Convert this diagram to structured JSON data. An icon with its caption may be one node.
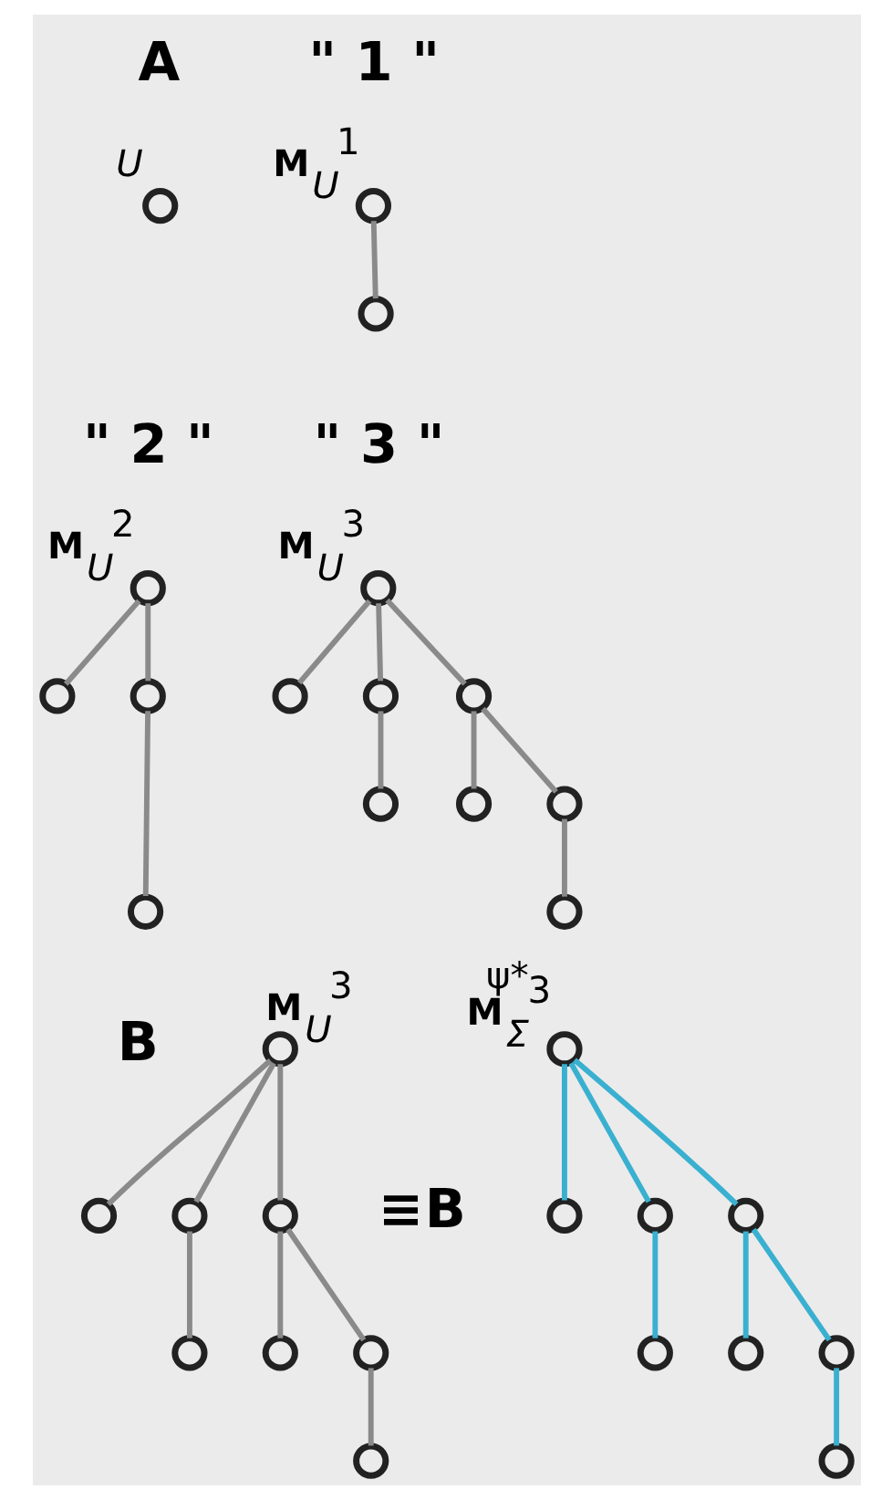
{
  "diagram": {
    "nodes": [
      {
        "text": [],
        "shape": "circle",
        "beside": [
          "*U*"
        ]
      },
      {
        "text": [],
        "shape": "circle",
        "beside": [
          "**M**$_{U}$$^{1}$"
        ]
      },
      {
        "text": [],
        "shape": "circle"
      },
      {
        "text": [],
        "shape": "circle",
        "beside": [
          "**M**$_{U}$$^{2}$"
        ]
      },
      {
        "text": [],
        "shape": "circle"
      },
      {
        "text": [],
        "shape": "circle"
      },
      {
        "text": [],
        "shape": "circle"
      },
      {
        "text": [],
        "shape": "circle",
        "beside": [
          "**M**$_{U}$$^{3}$"
        ]
      },
      {
        "text": [],
        "shape": "circle"
      },
      {
        "text": [],
        "shape": "circle"
      },
      {
        "text": [],
        "shape": "circle"
      },
      {
        "text": [],
        "shape": "circle"
      },
      {
        "text": [],
        "shape": "circle"
      },
      {
        "text": [],
        "shape": "circle"
      },
      {
        "text": [],
        "shape": "circle"
      },
      {
        "text": [],
        "shape": "circle",
        "beside": [
          "**M**$_{U}$$^{3}$"
        ]
      },
      {
        "text": [],
        "shape": "circle"
      },
      {
        "text": [],
        "shape": "circle"
      },
      {
        "text": [],
        "shape": "circle"
      },
      {
        "text": [],
        "shape": "circle"
      },
      {
        "text": [],
        "shape": "circle"
      },
      {
        "text": [],
        "shape": "circle"
      },
      {
        "text": [],
        "shape": "circle"
      },
      {
        "text": [],
        "shape": "circle",
        "beside": [
          "ψ*",
          "**M**$_{Σ}$$^{3}$"
        ]
      },
      {
        "text": [],
        "shape": "circle"
      },
      {
        "text": [],
        "shape": "circle"
      },
      {
        "text": [],
        "shape": "circle"
      },
      {
        "text": [],
        "shape": "circle"
      },
      {
        "text": [],
        "shape": "circle"
      },
      {
        "text": [],
        "shape": "circle"
      },
      {
        "text": [],
        "shape": "circle"
      }
    ],
    "edges": [
      {
        "from": 1,
        "to": 2,
        "arrow": "none"
      },
      {
        "from": 3,
        "to": 4,
        "arrow": "none"
      },
      {
        "from": 3,
        "to": 5,
        "arrow": "none"
      },
      {
        "from": 5,
        "to": 6,
        "arrow": "none"
      },
      {
        "from": 7,
        "to": 8,
        "arrow": "none"
      },
      {
        "from": 7,
        "to": 9,
        "arrow": "none"
      },
      {
        "from": 7,
        "to": 10,
        "arrow": "none"
      },
      {
        "from": 9,
        "to": 11,
        "arrow": "none"
      },
      {
        "from": 10,
        "to": 12,
        "arrow": "none"
      },
      {
        "from": 10,
        "to": 13,
        "arrow": "none"
      },
      {
        "from": 13,
        "to": 14,
        "arrow": "none"
      },
      {
        "from": 15,
        "to": 16,
        "arrow": "none"
      },
      {
        "from": 15,
        "to": 17,
        "arrow": "none"
      },
      {
        "from": 15,
        "to": 18,
        "arrow": "none"
      },
      {
        "from": 17,
        "to": 19,
        "arrow": "none"
      },
      {
        "from": 18,
        "to": 20,
        "arrow": "none"
      },
      {
        "from": 18,
        "to": 21,
        "arrow": "none"
      },
      {
        "from": 21,
        "to": 22,
        "arrow": "none"
      },
      {
        "from": 23,
        "to": 24,
        "arrow": "none",
        "color": "#3ab0d0"
      },
      {
        "from": 23,
        "to": 25,
        "arrow": "none",
        "color": "#3ab0d0"
      },
      {
        "from": 23,
        "to": 26,
        "arrow": "none",
        "color": "#3ab0d0"
      },
      {
        "from": 25,
        "to": 27,
        "arrow": "none",
        "color": "#3ab0d0"
      },
      {
        "from": 26,
        "to": 28,
        "arrow": "none",
        "color": "#3ab0d0"
      },
      {
        "from": 26,
        "to": 29,
        "arrow": "none",
        "color": "#3ab0d0"
      },
      {
        "from": 29,
        "to": 30,
        "arrow": "none",
        "color": "#3ab0d0"
      }
    ],
    "labels": [
      "A",
      "\" 1 \"",
      "\" 2 \"",
      "\" 3 \"",
      "B",
      "≡**B**"
    ]
  }
}
